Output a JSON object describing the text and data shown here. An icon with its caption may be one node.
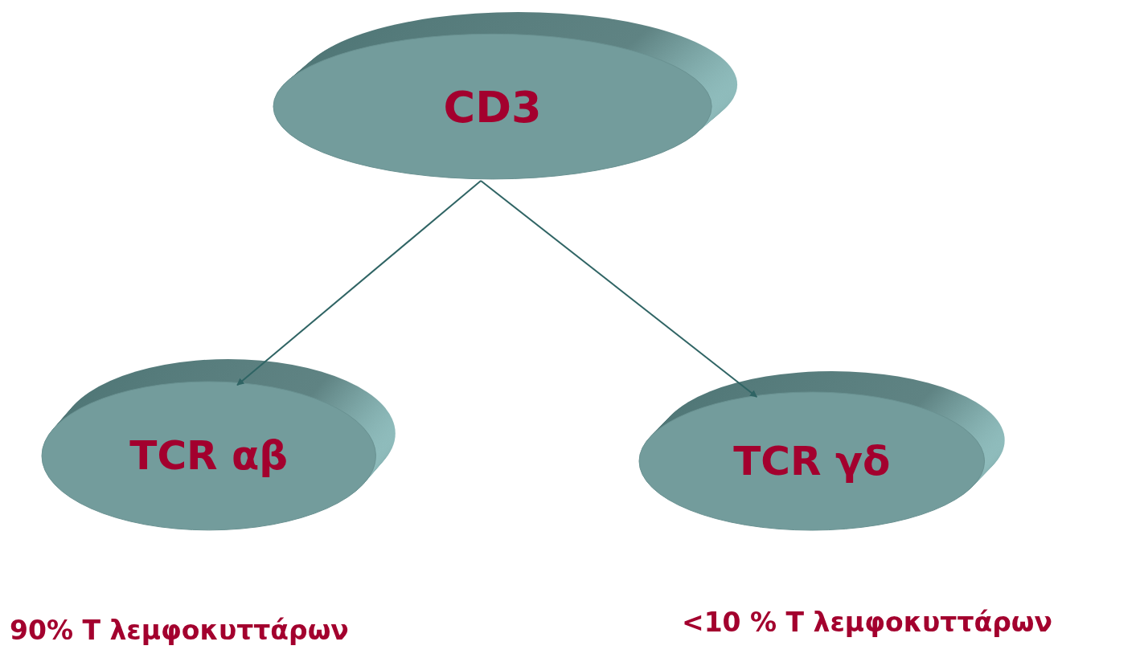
{
  "diagram": {
    "nodes": [
      {
        "text": [
          "CD3"
        ]
      },
      {
        "text": [
          "TCR αβ"
        ],
        "beside": [
          "90% Τ λεμφοκυττάρων"
        ]
      },
      {
        "text": [
          "TCR γδ"
        ],
        "beside": [
          "<10 % Τ λεμφοκυττάρων"
        ]
      }
    ],
    "edges": [
      {
        "from": 0,
        "to": 1,
        "arrow": "to"
      },
      {
        "from": 0,
        "to": 2,
        "arrow": "to"
      }
    ]
  }
}
